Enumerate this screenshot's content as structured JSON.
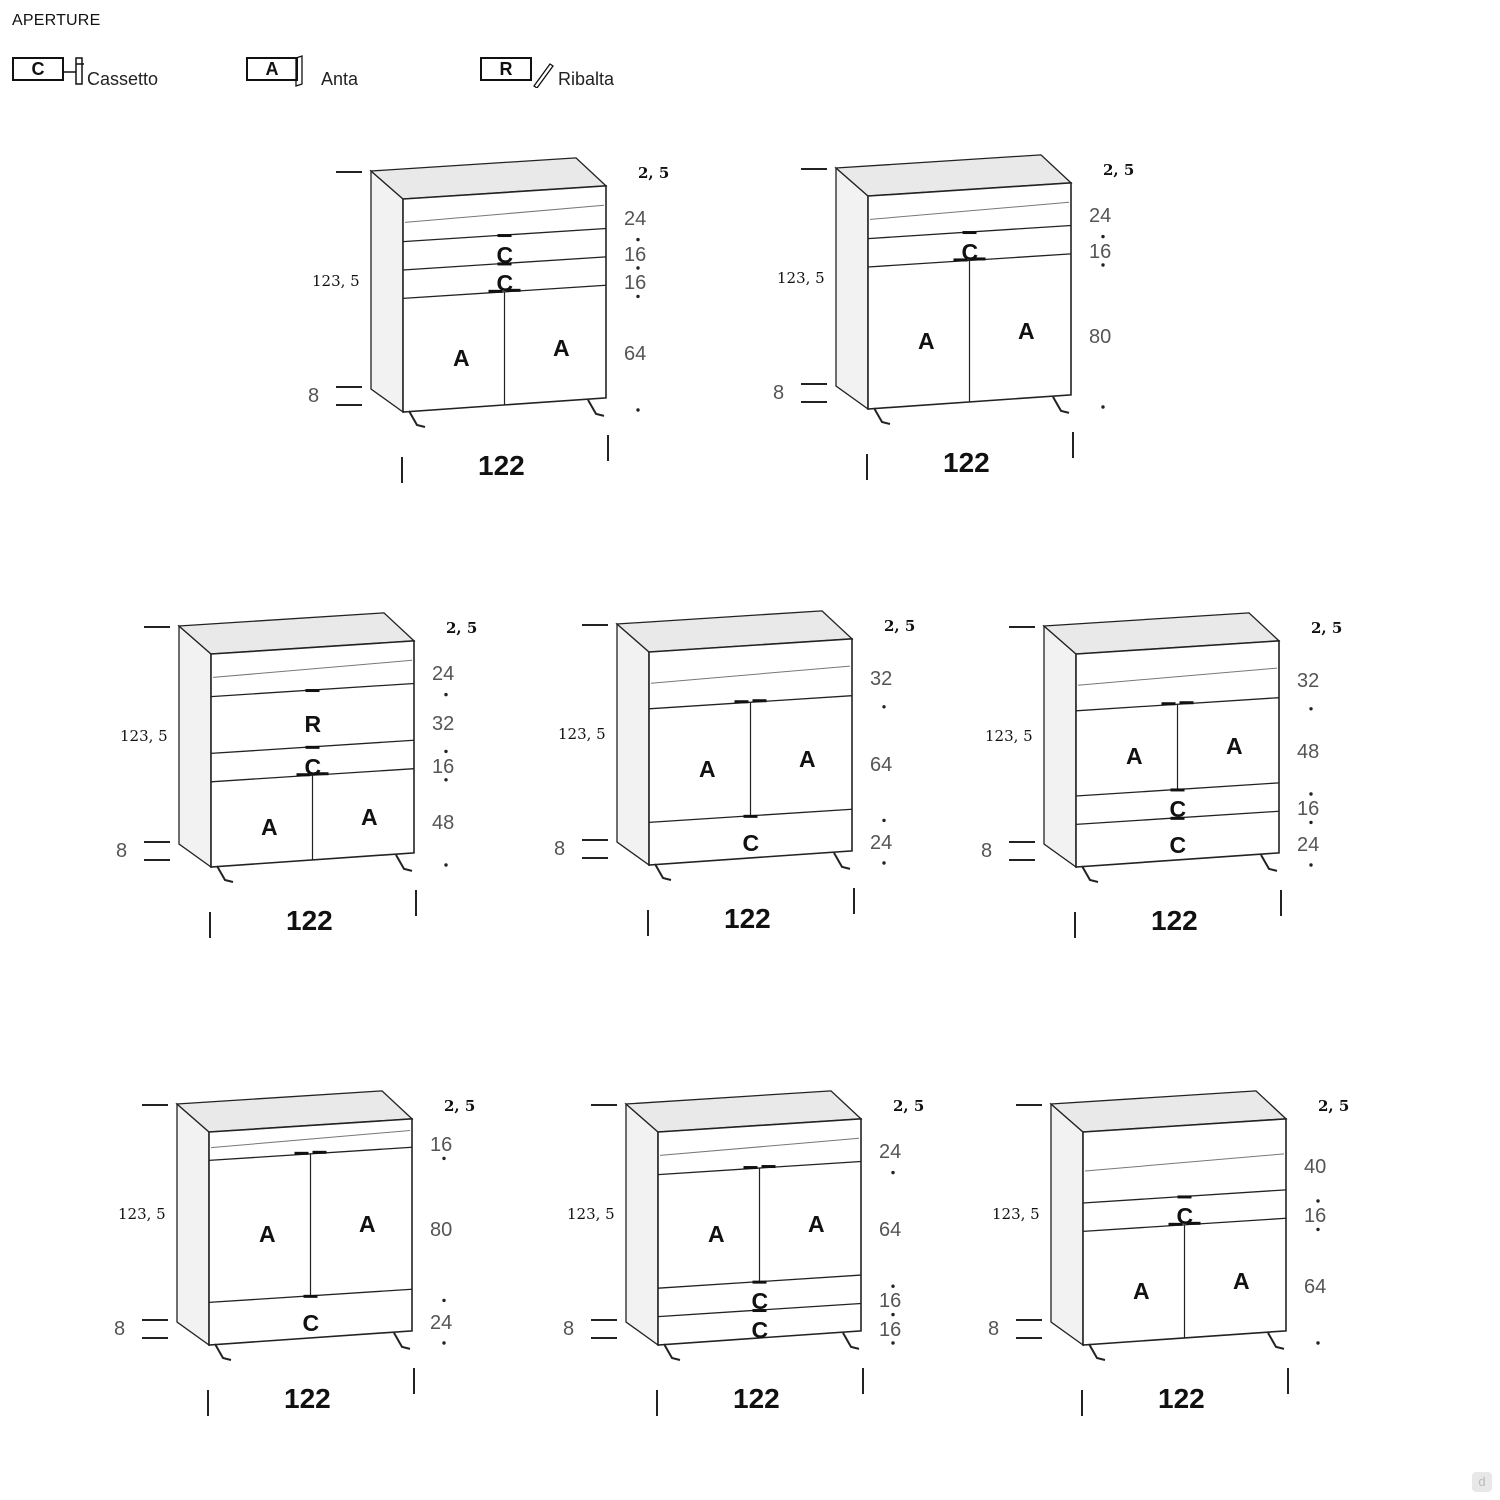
{
  "header": {
    "title": "APERTURE"
  },
  "legend": [
    {
      "code": "C",
      "label": "Cassetto",
      "icon": "drawer-handle-icon"
    },
    {
      "code": "A",
      "label": "Anta",
      "icon": "door-panel-icon"
    },
    {
      "code": "R",
      "label": "Ribalta",
      "icon": "flap-icon"
    }
  ],
  "cabinets": [
    {
      "height": "123, 5",
      "width": "122",
      "base": "8",
      "top": "2, 5",
      "dims": [
        "24",
        "16",
        "16",
        "64"
      ],
      "sections": [
        {
          "kind": "open"
        },
        {
          "kind": "C"
        },
        {
          "kind": "C"
        },
        {
          "kind": "AA"
        }
      ]
    },
    {
      "height": "123, 5",
      "width": "122",
      "base": "8",
      "top": "2, 5",
      "dims": [
        "24",
        "16",
        "80"
      ],
      "sections": [
        {
          "kind": "open"
        },
        {
          "kind": "C"
        },
        {
          "kind": "AA"
        }
      ]
    },
    {
      "height": "123, 5",
      "width": "122",
      "base": "8",
      "top": "2, 5",
      "dims": [
        "24",
        "32",
        "16",
        "48"
      ],
      "sections": [
        {
          "kind": "open"
        },
        {
          "kind": "R"
        },
        {
          "kind": "C"
        },
        {
          "kind": "AA"
        }
      ]
    },
    {
      "height": "123, 5",
      "width": "122",
      "base": "8",
      "top": "2, 5",
      "dims": [
        "32",
        "64",
        "24"
      ],
      "sections": [
        {
          "kind": "open"
        },
        {
          "kind": "AA"
        },
        {
          "kind": "C"
        }
      ]
    },
    {
      "height": "123, 5",
      "width": "122",
      "base": "8",
      "top": "2, 5",
      "dims": [
        "32",
        "48",
        "16",
        "24"
      ],
      "sections": [
        {
          "kind": "open"
        },
        {
          "kind": "AA"
        },
        {
          "kind": "C"
        },
        {
          "kind": "C"
        }
      ]
    },
    {
      "height": "123, 5",
      "width": "122",
      "base": "8",
      "top": "2, 5",
      "dims": [
        "16",
        "80",
        "24"
      ],
      "sections": [
        {
          "kind": "open"
        },
        {
          "kind": "AA"
        },
        {
          "kind": "C"
        }
      ]
    },
    {
      "height": "123, 5",
      "width": "122",
      "base": "8",
      "top": "2, 5",
      "dims": [
        "24",
        "64",
        "16",
        "16"
      ],
      "sections": [
        {
          "kind": "open"
        },
        {
          "kind": "AA"
        },
        {
          "kind": "C"
        },
        {
          "kind": "C"
        }
      ]
    },
    {
      "height": "123, 5",
      "width": "122",
      "base": "8",
      "top": "2, 5",
      "dims": [
        "40",
        "16",
        "64"
      ],
      "sections": [
        {
          "kind": "open"
        },
        {
          "kind": "C"
        },
        {
          "kind": "AA"
        }
      ]
    }
  ],
  "colors": {
    "line": "#222222",
    "side_panel": "#f2f2f2",
    "top_surface": "#e9e9e9",
    "handle": "#111111"
  }
}
